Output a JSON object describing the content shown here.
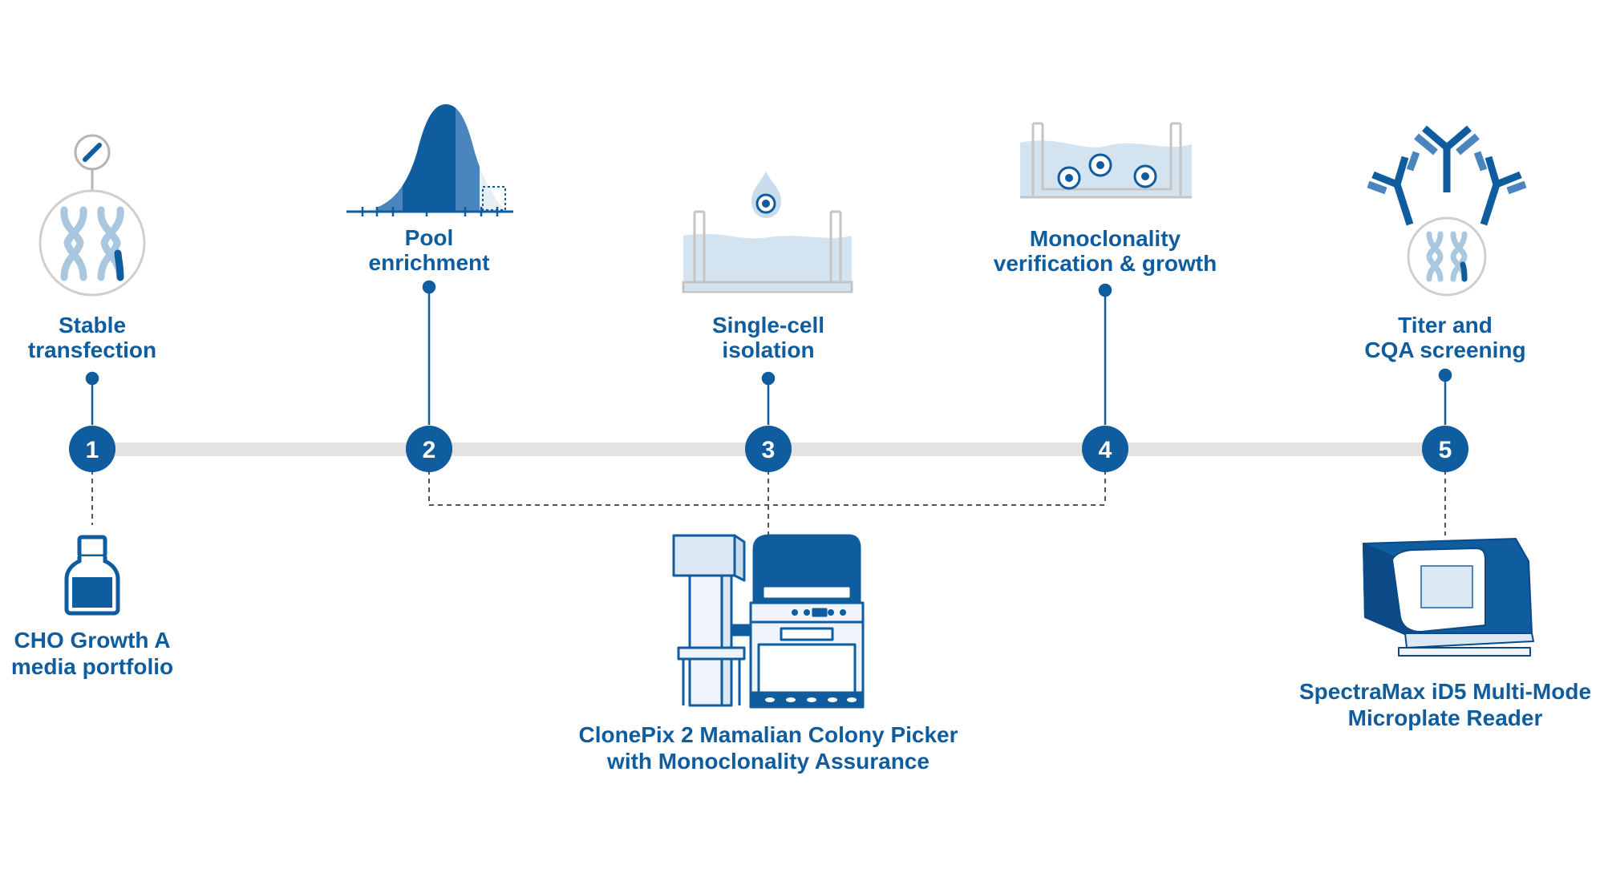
{
  "steps": [
    {
      "number": "1",
      "label_lines": [
        "Stable",
        "transfection"
      ],
      "icon": "chromosome-transfection-icon"
    },
    {
      "number": "2",
      "label_lines": [
        "Pool",
        "enrichment"
      ],
      "icon": "distribution-curve-icon"
    },
    {
      "number": "3",
      "label_lines": [
        "Single-cell",
        "isolation"
      ],
      "icon": "droplet-well-icon"
    },
    {
      "number": "4",
      "label_lines": [
        "Monoclonality",
        "verification & growth"
      ],
      "icon": "cells-in-well-icon"
    },
    {
      "number": "5",
      "label_lines": [
        "Titer and",
        "CQA screening"
      ],
      "icon": "antibody-chromosome-icon"
    }
  ],
  "products": [
    {
      "name_lines": [
        "CHO Growth A",
        "media portfolio"
      ],
      "icon": "media-bottle-icon",
      "step": "1"
    },
    {
      "name_lines": [
        "ClonePix 2 Mamalian Colony Picker",
        "with Monoclonality Assurance"
      ],
      "icon": "colony-picker-instrument-icon",
      "steps": [
        "2",
        "3",
        "4"
      ]
    },
    {
      "name_lines": [
        "SpectraMax iD5 Multi-Mode",
        "Microplate Reader"
      ],
      "icon": "microplate-reader-icon",
      "step": "5"
    }
  ],
  "colors": {
    "primary": "#0f5c9e",
    "dark": "#0b4a86",
    "mid": "#4a86bd",
    "light": "#c9dcec",
    "pale": "#e6eef6",
    "track": "#e3e3e3",
    "outline": "#b5b5b5"
  }
}
